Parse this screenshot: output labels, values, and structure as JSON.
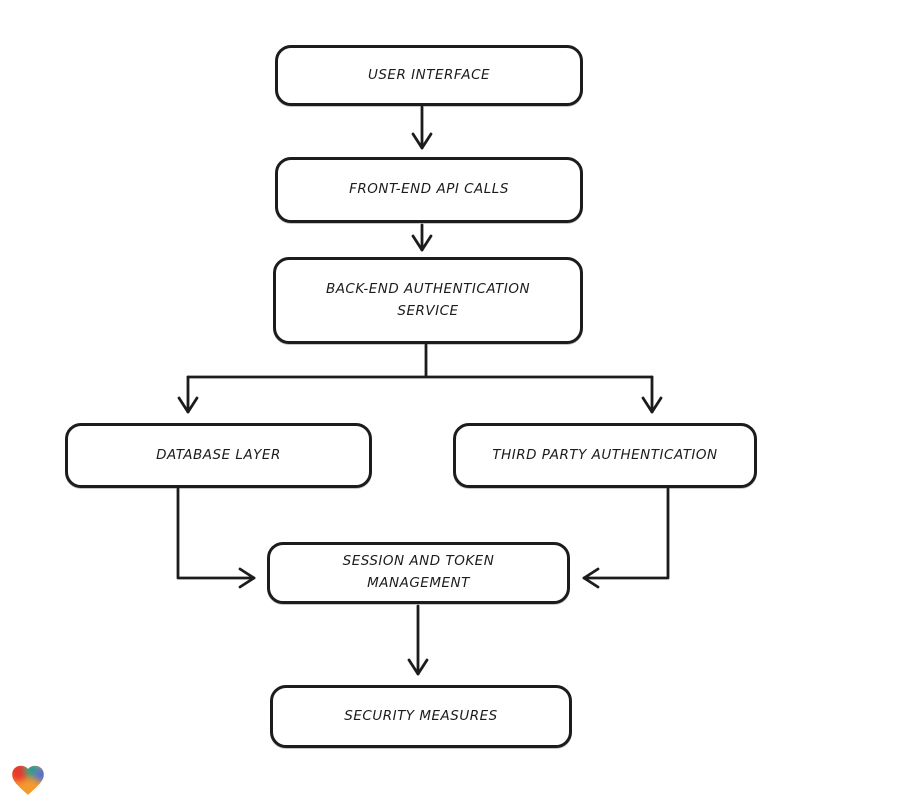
{
  "diagram": {
    "type": "flowchart",
    "title": "Authentication architecture flowchart",
    "background_color": "#ffffff",
    "stroke_color": "#1c1c1c",
    "node_fill_color": "#ffffff",
    "nodes": [
      {
        "id": "user-interface",
        "label": "USER INTERFACE",
        "lines": [
          "USER INTERFACE"
        ]
      },
      {
        "id": "front-end-api-calls",
        "label": "FRONT-END API CALLS",
        "lines": [
          "FRONT-END API CALLS"
        ]
      },
      {
        "id": "back-end-authentication-service",
        "label": "BACK-END AUTHENTICATION SERVICE",
        "lines": [
          "BACK-END AUTHENTICATION",
          "SERVICE"
        ]
      },
      {
        "id": "database-layer",
        "label": "DATABASE LAYER",
        "lines": [
          "DATABASE LAYER"
        ]
      },
      {
        "id": "third-party-authentication",
        "label": "THIRD PARTY AUTHENTICATION",
        "lines": [
          "THIRD PARTY AUTHENTICATION"
        ]
      },
      {
        "id": "session-and-token-management",
        "label": "SESSION AND TOKEN MANAGEMENT",
        "lines": [
          "SESSION AND TOKEN",
          "MANAGEMENT"
        ]
      },
      {
        "id": "security-measures",
        "label": "SECURITY MEASURES",
        "lines": [
          "SECURITY MEASURES"
        ]
      }
    ],
    "edges": [
      {
        "from": "user-interface",
        "to": "front-end-api-calls"
      },
      {
        "from": "front-end-api-calls",
        "to": "back-end-authentication-service"
      },
      {
        "from": "back-end-authentication-service",
        "to": "database-layer"
      },
      {
        "from": "back-end-authentication-service",
        "to": "third-party-authentication"
      },
      {
        "from": "database-layer",
        "to": "session-and-token-management"
      },
      {
        "from": "third-party-authentication",
        "to": "session-and-token-management"
      },
      {
        "from": "session-and-token-management",
        "to": "security-measures"
      }
    ]
  },
  "badge": {
    "name": "gradient-heart-logo",
    "colors": [
      "#e8382c",
      "#17a394",
      "#4a6ede",
      "#f59b2e"
    ]
  }
}
